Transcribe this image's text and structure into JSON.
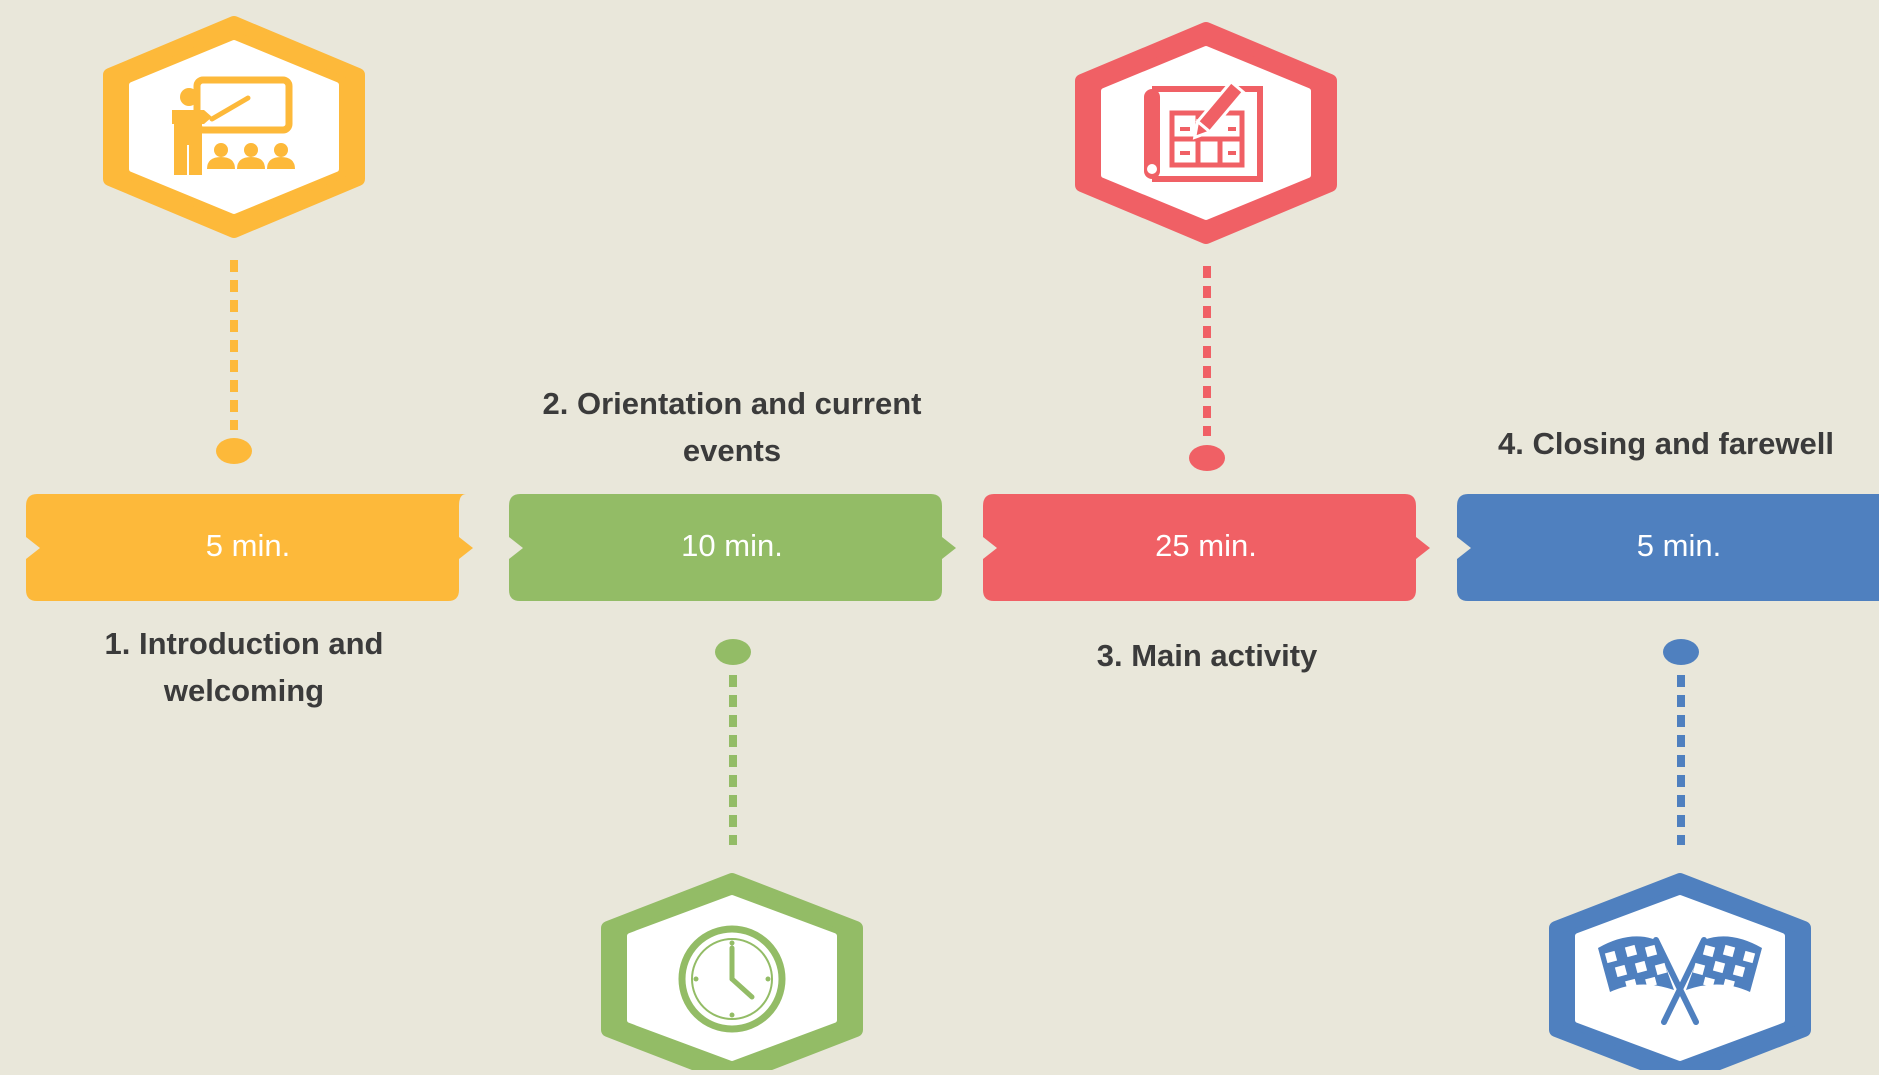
{
  "steps": [
    {
      "number": "1.",
      "title": "1. Introduction and welcoming",
      "title_line1": "1. Introduction and",
      "title_line2": "welcoming",
      "duration": "5 min.",
      "color": "#FDB93A",
      "icon": "presentation-teacher-icon"
    },
    {
      "number": "2.",
      "title": "2. Orientation and current events",
      "title_line1": "2. Orientation and current",
      "title_line2": "events",
      "duration": "10 min.",
      "color": "#93BC66",
      "icon": "clock-icon"
    },
    {
      "number": "3.",
      "title": "3. Main activity",
      "title_line1": "3. Main activity",
      "title_line2": "",
      "duration": "25 min.",
      "color": "#F06065",
      "icon": "blueprint-pencil-icon"
    },
    {
      "number": "4.",
      "title": "4. Closing and farewell",
      "title_line1": "4. Closing and farewell",
      "title_line2": "",
      "duration": "5 min.",
      "color": "#4F80BF",
      "icon": "checkered-flags-icon"
    }
  ],
  "background_color": "#E9E7DA",
  "text_color": "#3B3B3B"
}
